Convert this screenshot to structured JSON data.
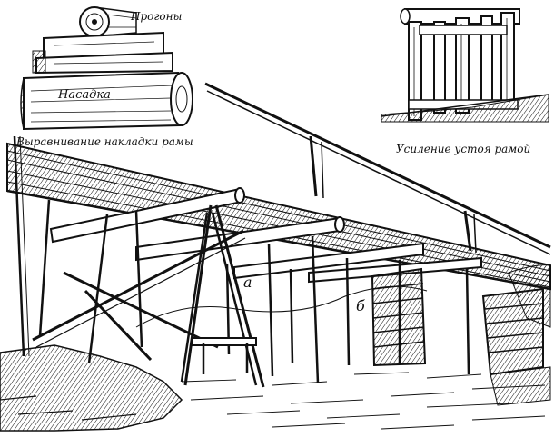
{
  "insets": {
    "left": {
      "caption": "Выравнивание накладки рамы",
      "parts": {
        "top_log": "Прогоны",
        "cap_log": "Насадка"
      }
    },
    "right": {
      "caption": "Усиление устоя рамой"
    }
  },
  "markers": {
    "a": "а",
    "b": "б"
  },
  "colors": {
    "ink": "#111111",
    "paper": "#ffffff"
  }
}
